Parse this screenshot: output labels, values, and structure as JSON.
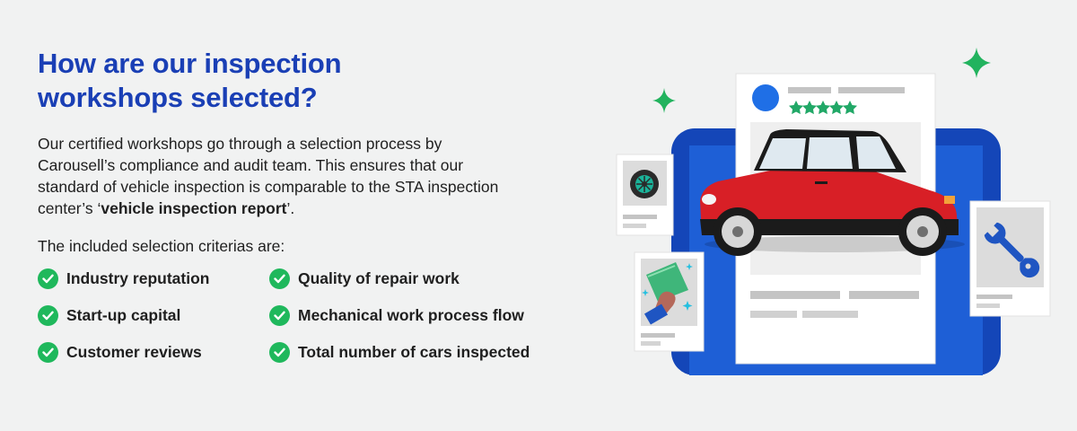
{
  "heading": {
    "line1": "How are our inspection",
    "line2": "workshops selected?"
  },
  "description": {
    "part1": "Our certified workshops go through a selection process by Carousell’s compliance and audit team. This ensures that our standard of vehicle inspection is comparable to the STA inspection center’s ‘",
    "bold": "vehicle inspection report",
    "part2": "’."
  },
  "criteria_intro": "The included selection criterias are:",
  "criteria": [
    "Industry reputation",
    "Quality of repair work",
    "Start-up capital",
    "Mechanical work process flow",
    "Customer reviews",
    "Total number of cars inspected"
  ],
  "colors": {
    "heading": "#1a3fb5",
    "check": "#1fb85c",
    "phone": "#1446b8",
    "car": "#d81f26",
    "sparkle": "#22b35e"
  },
  "icons": [
    "check-circle-icon",
    "sparkle-icon",
    "wheel-icon",
    "wrench-icon",
    "cleaning-hand-icon",
    "avatar-icon",
    "star-icon",
    "car-illustration"
  ],
  "rating_stars": 5
}
